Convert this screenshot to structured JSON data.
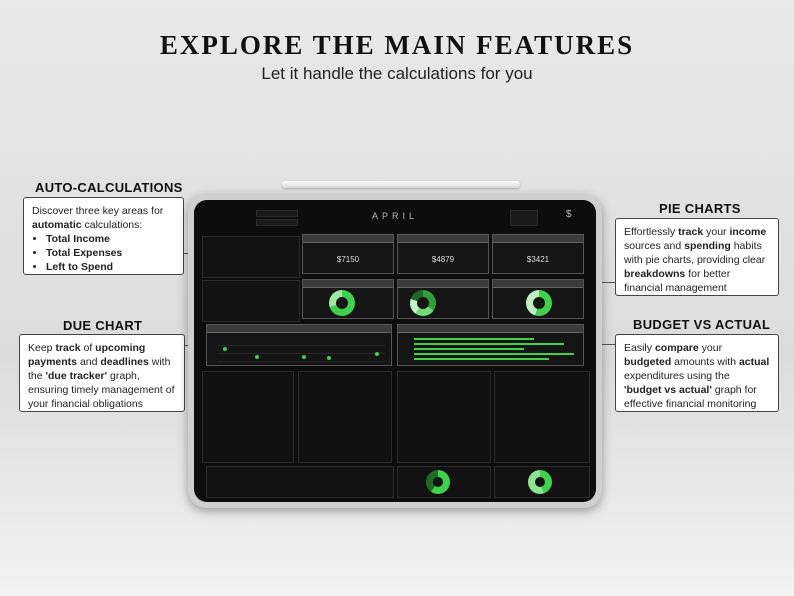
{
  "header": {
    "title": "EXPLORE THE MAIN FEATURES",
    "subtitle": "Let it handle the calculations for you"
  },
  "features": {
    "auto": {
      "title": "AUTO-CALCULATIONS",
      "intro1": "Discover three key areas for",
      "intro_bold": "automatic",
      "intro2": " calculations:",
      "items": [
        "Total Income",
        "Total Expenses",
        "Left to Spend"
      ]
    },
    "due": {
      "title": "DUE CHART",
      "t1": "Keep ",
      "b1": "track",
      "t2": " of ",
      "b2": "upcoming payments",
      "t3": " and ",
      "b3": "deadlines",
      "t4": " with the ",
      "b4": "'due tracker'",
      "t5": " graph, ensuring timely management of your financial obligations"
    },
    "pie": {
      "title": "PIE CHARTS",
      "t1": "Effortlessly ",
      "b1": "track",
      "t2": " your ",
      "b2": "income",
      "t3": " sources and ",
      "b3": "spending",
      "t4": " habits with pie charts, providing clear ",
      "b4": "breakdowns",
      "t5": " for better financial management"
    },
    "budget": {
      "title": "BUDGET VS ACTUAL",
      "t1": "Easily ",
      "b1": "compare",
      "t2": " your ",
      "b2": "budgeted",
      "t3": " amounts with ",
      "b3": "actual",
      "t4": " expenditures using the ",
      "b4": "'budget vs actual'",
      "t5": " graph for effective financial monitoring"
    }
  },
  "dashboard": {
    "month": "APRIL",
    "currency_symbol": "$",
    "stats": [
      {
        "value": "$7150"
      },
      {
        "value": "$4879"
      },
      {
        "value": "$3421"
      }
    ]
  },
  "colors": {
    "accent": "#3fd14b",
    "screen_bg": "#0d0d0d"
  }
}
